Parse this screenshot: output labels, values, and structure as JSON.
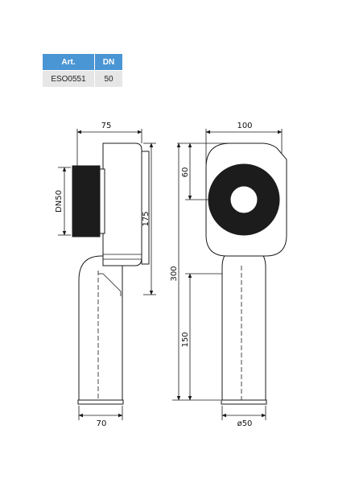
{
  "table": {
    "headers": [
      "Art.",
      "DN"
    ],
    "rows": [
      [
        "ESO0551",
        "50"
      ]
    ]
  },
  "dimensions": {
    "side_width_top": "75",
    "side_height": "175",
    "side_connector": "DN50",
    "side_width_bottom": "70",
    "front_width_top": "100",
    "front_top_offset": "60",
    "front_total_height": "300",
    "front_lower_height": "150",
    "front_outlet_diameter": "ø50"
  },
  "colors": {
    "header_blue": "#4a95d4",
    "cell_grey": "#e6e6e6",
    "line": "#1a1a1a",
    "seal": "#1c1c1c"
  }
}
